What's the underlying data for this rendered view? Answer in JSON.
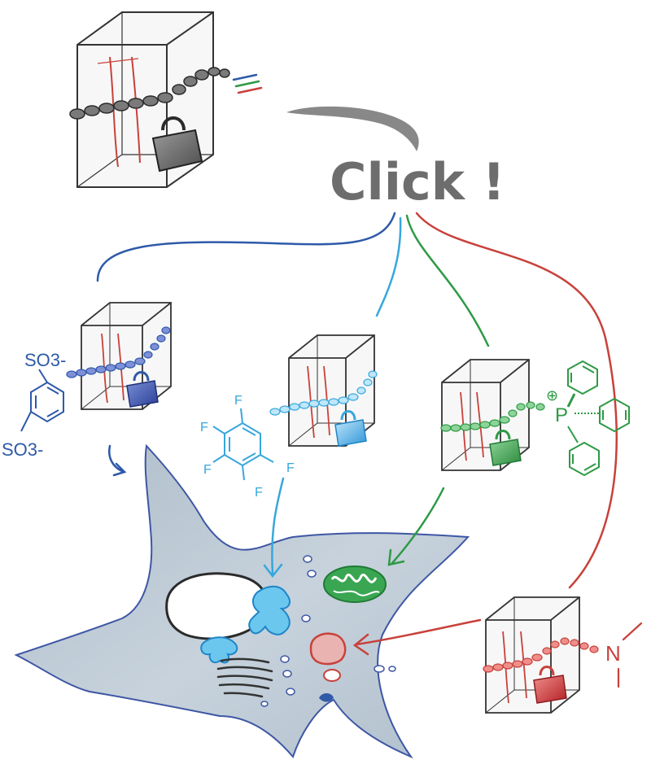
{
  "title": "Click !",
  "colors": {
    "title": "#6d6d6d",
    "swoosh": "#888888",
    "blue_dark": "#2e5aa8",
    "blue_light": "#37a7dc",
    "green": "#2e9a45",
    "red": "#c8413a",
    "cell_fill": "#b9c6d2",
    "cell_edge": "#3d56a4",
    "outline": "#333333"
  },
  "probes": [
    {
      "id": "sulfonate",
      "color_key": "blue_dark",
      "labels": [
        "SO3-",
        "SO3-"
      ]
    },
    {
      "id": "pentafluorophenyl",
      "color_key": "blue_light",
      "labels": [
        "F",
        "F",
        "F",
        "F",
        "F"
      ]
    },
    {
      "id": "triphenylphosphonium",
      "color_key": "green",
      "labels": [
        "⊕",
        "P"
      ]
    },
    {
      "id": "dimethylamine",
      "color_key": "red",
      "labels": [
        "N"
      ]
    }
  ],
  "organelles": [
    "nucleus",
    "endoplasmic-reticulum",
    "mitochondrion",
    "lysosome",
    "golgi"
  ]
}
